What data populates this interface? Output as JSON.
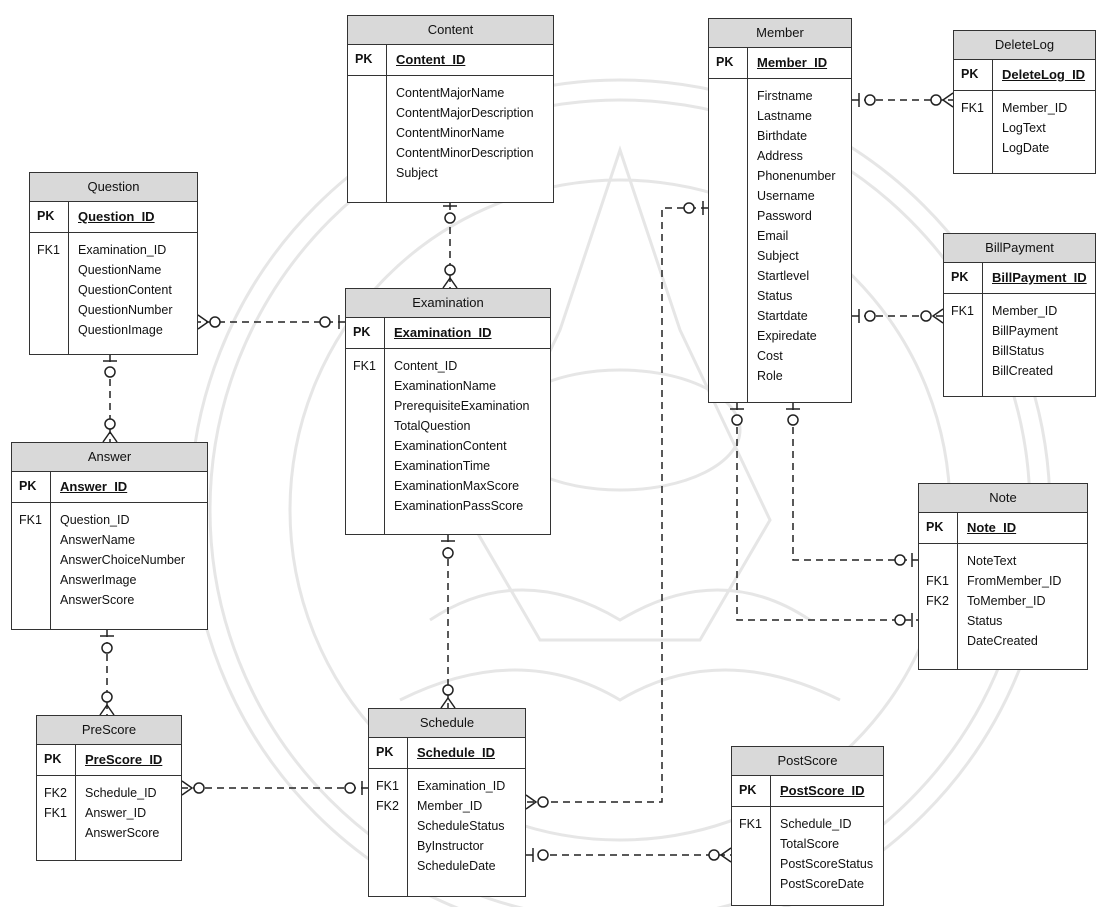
{
  "entities": {
    "content": {
      "title": "Content",
      "pk_label": "PK",
      "pk": "Content_ID",
      "fk_labels": [],
      "attributes": [
        "ContentMajorName",
        "ContentMajorDescription",
        "ContentMinorName",
        "ContentMinorDescription",
        "Subject"
      ]
    },
    "member": {
      "title": "Member",
      "pk_label": "PK",
      "pk": "Member_ID",
      "fk_labels": [],
      "attributes": [
        "Firstname",
        "Lastname",
        "Birthdate",
        "Address",
        "Phonenumber",
        "Username",
        "Password",
        "Email",
        "Subject",
        "Startlevel",
        "Status",
        "Startdate",
        "Expiredate",
        "Cost",
        "Role"
      ]
    },
    "deletelog": {
      "title": "DeleteLog",
      "pk_label": "PK",
      "pk": "DeleteLog_ID",
      "fk_labels": [
        "FK1"
      ],
      "attributes": [
        "Member_ID",
        "LogText",
        "LogDate"
      ]
    },
    "question": {
      "title": "Question",
      "pk_label": "PK",
      "pk": "Question_ID",
      "fk_labels": [
        "FK1"
      ],
      "attributes": [
        "Examination_ID",
        "QuestionName",
        "QuestionContent",
        "QuestionNumber",
        "QuestionImage"
      ]
    },
    "examination": {
      "title": "Examination",
      "pk_label": "PK",
      "pk": "Examination_ID",
      "fk_labels": [
        "FK1"
      ],
      "attributes": [
        "Content_ID",
        "ExaminationName",
        "PrerequisiteExamination",
        "TotalQuestion",
        "ExaminationContent",
        "ExaminationTime",
        "ExaminationMaxScore",
        "ExaminationPassScore"
      ]
    },
    "billpayment": {
      "title": "BillPayment",
      "pk_label": "PK",
      "pk": "BillPayment_ID",
      "fk_labels": [
        "FK1"
      ],
      "attributes": [
        "Member_ID",
        "BillPayment",
        "BillStatus",
        "BillCreated"
      ]
    },
    "answer": {
      "title": "Answer",
      "pk_label": "PK",
      "pk": "Answer_ID",
      "fk_labels": [
        "FK1"
      ],
      "attributes": [
        "Question_ID",
        "AnswerName",
        "AnswerChoiceNumber",
        "AnswerImage",
        "AnswerScore"
      ]
    },
    "note": {
      "title": "Note",
      "pk_label": "PK",
      "pk": "Note_ID",
      "fk_labels": [
        "",
        "FK1",
        "FK2"
      ],
      "attributes": [
        "NoteText",
        "FromMember_ID",
        "ToMember_ID",
        "Status",
        "DateCreated"
      ]
    },
    "prescore": {
      "title": "PreScore",
      "pk_label": "PK",
      "pk": "PreScore_ID",
      "fk_labels": [
        "FK2",
        "FK1"
      ],
      "attributes": [
        "Schedule_ID",
        "Answer_ID",
        "AnswerScore"
      ]
    },
    "schedule": {
      "title": "Schedule",
      "pk_label": "PK",
      "pk": "Schedule_ID",
      "fk_labels": [
        "FK1",
        "FK2"
      ],
      "attributes": [
        "Examination_ID",
        "Member_ID",
        "ScheduleStatus",
        "ByInstructor",
        "ScheduleDate"
      ]
    },
    "postscore": {
      "title": "PostScore",
      "pk_label": "PK",
      "pk": "PostScore_ID",
      "fk_labels": [
        "FK1"
      ],
      "attributes": [
        "Schedule_ID",
        "TotalScore",
        "PostScoreStatus",
        "PostScoreDate"
      ]
    }
  }
}
